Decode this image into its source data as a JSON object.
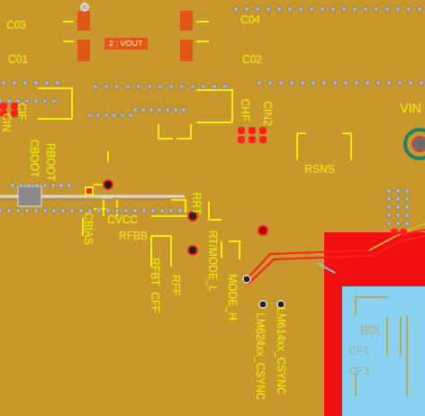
{
  "diagram": {
    "nodes": [
      {
        "text": [
          "2 : VOUT"
        ]
      }
    ],
    "labels": [
      "C03",
      "C04",
      "C01",
      "C02",
      "CIN",
      "CIF",
      "CBOOT",
      "RBOOT",
      "CHF",
      "CIN2",
      "VIN",
      "RSNS",
      "VOUT",
      "CBIAS",
      "CVCC",
      "RFBB",
      "RRT",
      "RT/MODE_L",
      "RFBT",
      "CFF",
      "RFF",
      "MODE_H",
      "LM614xx_CSYNC",
      "LM624xx_CSYNC",
      "RDI",
      "CF1",
      "CF3"
    ]
  }
}
